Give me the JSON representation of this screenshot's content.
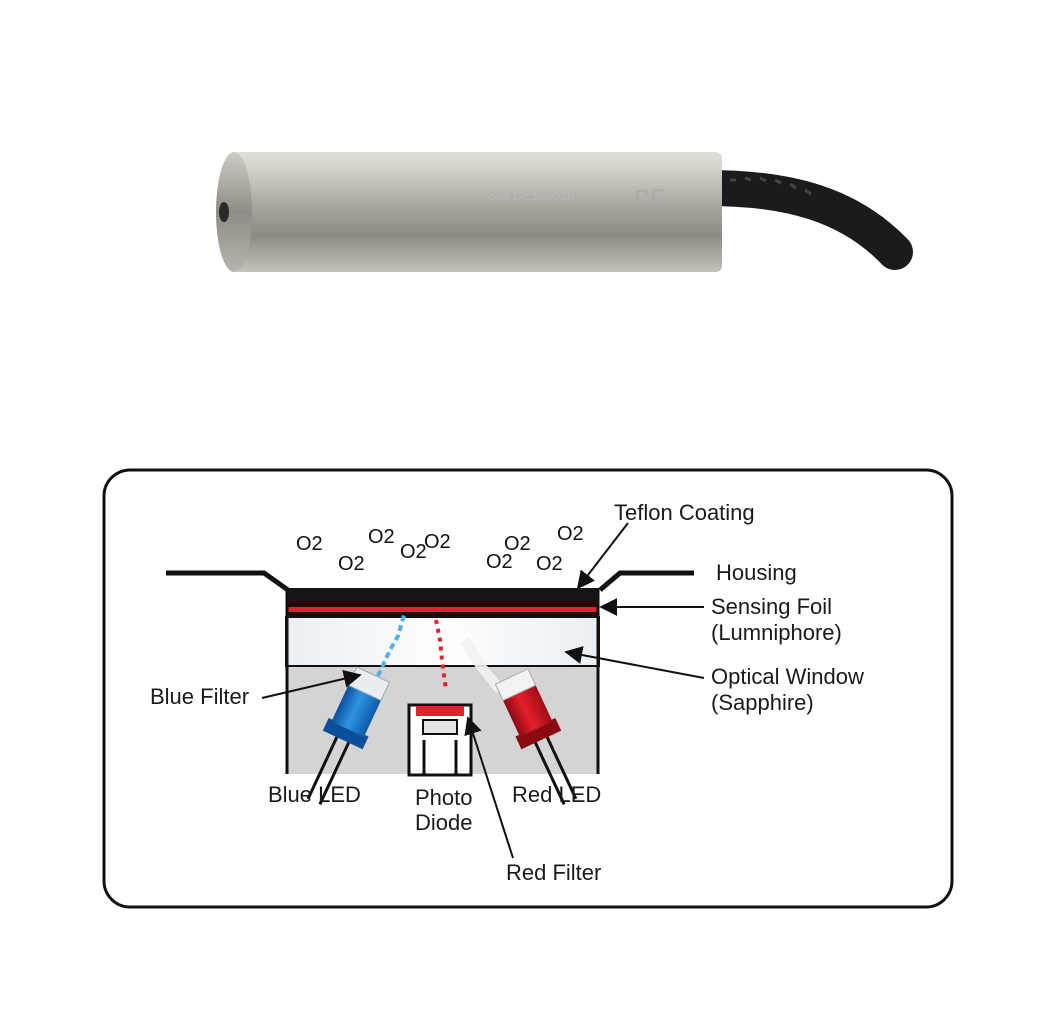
{
  "sensor_photo": {
    "serial_text": "S/N DE160020",
    "ce_mark": "CE"
  },
  "diagram": {
    "o2_molecule_label": "O2",
    "labels": {
      "teflon_coating": "Teflon Coating",
      "housing": "Housing",
      "sensing_foil_line1": "Sensing Foil",
      "sensing_foil_line2": "(Lumniphore)",
      "optical_window_line1": "Optical Window",
      "optical_window_line2": "(Sapphire)",
      "blue_filter": "Blue Filter",
      "blue_led": "Blue LED",
      "photo_diode_line1": "Photo",
      "photo_diode_line2": "Diode",
      "red_led": "Red LED",
      "red_filter": "Red Filter"
    }
  },
  "colors": {
    "blue_led": "#1f7fd6",
    "red_led": "#d8121e",
    "sensing_foil": "#e3202c",
    "steel": "#a8a59e"
  }
}
